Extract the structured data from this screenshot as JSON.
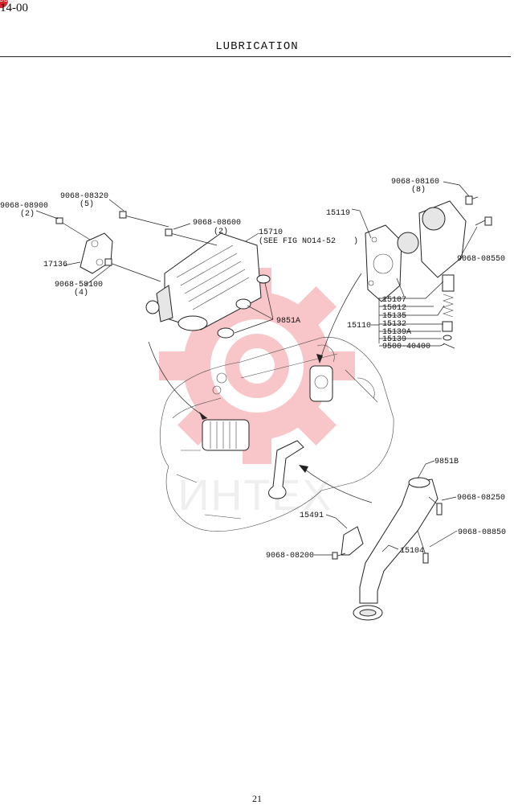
{
  "header": {
    "section_code": "14-00",
    "badge_text": "OO",
    "title": "LUBRICATION"
  },
  "footer": {
    "page_number": "21"
  },
  "watermark": {
    "text": "ИНТЕХ",
    "color": "#e8363c"
  },
  "labels": {
    "l_9068_08900": "9068-08900",
    "q_9068_08900": "(2)",
    "l_9068_08320": "9068-08320",
    "q_9068_08320": "(5)",
    "l_9068_08600": "9068-08600",
    "q_9068_08600": "(2)",
    "l_15710": "15710",
    "see_fig": "(SEE FIG NO14-52",
    "see_fig_close": ")",
    "l_17136": "17136",
    "l_9068_58100": "9068-58100",
    "q_9068_58100": "(4)",
    "l_9851A": "9851A",
    "l_9068_08160": "9068-08160",
    "q_9068_08160": "(8)",
    "l_15119": "15119",
    "l_9068_08550": "9068-08550",
    "l_15107": "15107",
    "l_15012": "15012",
    "l_15135": "15135",
    "l_15132": "15132",
    "l_15110": "15110",
    "l_15139A": "15139A",
    "l_15139": "15139",
    "l_9500_40400": "9500-40400",
    "l_9851B": "9851B",
    "l_9068_08250": "9068-08250",
    "l_15491": "15491",
    "l_9068_08850": "9068-08850",
    "l_9068_08200": "9068-08200",
    "l_15104": "15104"
  }
}
